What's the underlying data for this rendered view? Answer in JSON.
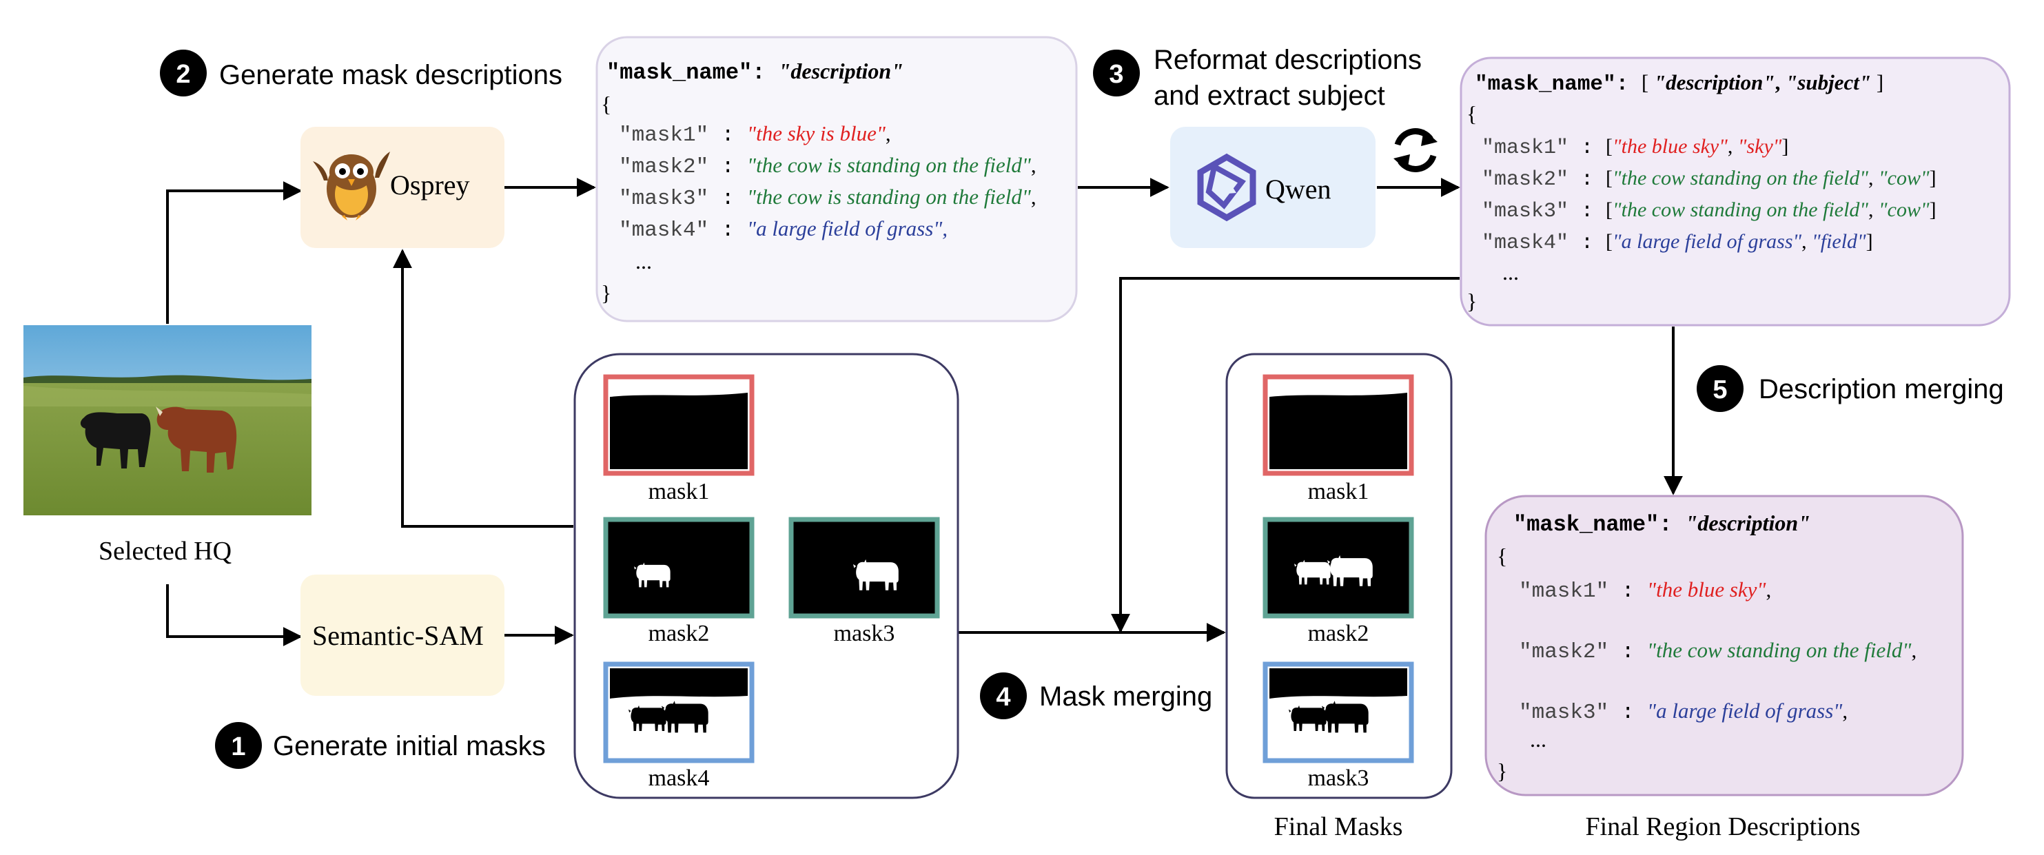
{
  "steps": {
    "generate_initial_masks": {
      "number": "1",
      "label": "Generate initial masks"
    },
    "generate_mask_descriptions": {
      "number": "2",
      "label": "Generate mask descriptions"
    },
    "reformat": {
      "number": "3",
      "label_line1": "Reformat descriptions",
      "label_line2": "and extract subject"
    },
    "mask_merging": {
      "number": "4",
      "label": "Mask merging"
    },
    "description_merging": {
      "number": "5",
      "label": "Description merging"
    }
  },
  "nodes": {
    "input_caption": "Selected HQ",
    "osprey": "Osprey",
    "semantic_sam": "Semantic-SAM",
    "qwen": "Qwen"
  },
  "initial_masks": [
    "mask1",
    "mask2",
    "mask3",
    "mask4"
  ],
  "final_masks": [
    "mask1",
    "mask2",
    "mask3"
  ],
  "captions": {
    "final_masks": "Final Masks",
    "final_region_descriptions": "Final Region Descriptions"
  },
  "desc_box": {
    "header_key": "\"mask_name\"",
    "header_colon": ": ",
    "header_value": "\"description\"",
    "open_brace": "{",
    "close_brace": "}",
    "ellipsis": "...",
    "rows": [
      {
        "key": "\"mask1\"",
        "sep": " : ",
        "open_q": "\"",
        "text": "the sky is blue",
        "close_q": "\"",
        "trail": ",",
        "color": "#e02020"
      },
      {
        "key": "\"mask2\"",
        "sep": " : ",
        "open_q": "\"",
        "text": "the cow is standing on the field",
        "close_q": "\"",
        "trail": ",",
        "color": "#1f7a3a"
      },
      {
        "key": "\"mask3\"",
        "sep": " : ",
        "open_q": "\"",
        "text": "the cow is standing on the field",
        "close_q": "\"",
        "trail": ",",
        "color": "#1f7a3a"
      },
      {
        "key": "\"mask4\"",
        "sep": " : ",
        "open_q": "\"",
        "text": "a large field of grass",
        "close_q": "\",",
        "trail": "",
        "color": "#2b3f9a"
      }
    ]
  },
  "subject_box": {
    "header_key": "\"mask_name\"",
    "header_colon": ": ",
    "header_open": "[ ",
    "header_desc": "\"description\"",
    "header_comma": ",  ",
    "header_subject": "\"subject\"",
    "header_close": " ]",
    "open_brace": "{",
    "close_brace": "}",
    "ellipsis": "...",
    "rows": [
      {
        "key": "\"mask1\"",
        "sep": " : ",
        "open_b": "[",
        "desc": "\"the blue sky\"",
        "comma": ", ",
        "subject": "\"sky\"",
        "close_b": "]",
        "desc_color": "#e02020",
        "subject_color": "#e02020",
        "italic": true
      },
      {
        "key": "\"mask2\"",
        "sep": " : ",
        "open_b": "[",
        "desc": "\"the cow standing on the field\"",
        "comma": ", ",
        "subject": "\"cow\"",
        "close_b": "]",
        "desc_color": "#1f7a3a",
        "subject_color": "#1f7a3a",
        "italic": true
      },
      {
        "key": "\"mask3\"",
        "sep": " : ",
        "open_b": "[",
        "desc": "\"the cow standing on the field\"",
        "comma": ", ",
        "subject": "\"cow\"",
        "close_b": "]",
        "desc_color": "#1f7a3a",
        "subject_color": "#1f7a3a",
        "italic": true
      },
      {
        "key": "\"mask4\"",
        "sep": " : ",
        "open_b": "[",
        "desc": "\"a large field of grass\"",
        "comma": ", ",
        "subject": "\"field\"",
        "close_b": "]",
        "desc_color": "#2b3f9a",
        "subject_color": "#2b3f9a",
        "italic": true
      }
    ]
  },
  "final_box": {
    "header_key": "\"mask_name\"",
    "header_colon": ": ",
    "header_value": "\"description\"",
    "open_brace": "{",
    "close_brace": "}",
    "ellipsis": "...",
    "rows": [
      {
        "key": "\"mask1\"",
        "sep": " : ",
        "open_q": "\"",
        "text": "the blue sky",
        "close_q": "\"",
        "trail": ",",
        "color": "#e02020"
      },
      {
        "key": "\"mask2\"",
        "sep": " : ",
        "open_q": "\"",
        "text": "the cow standing on the field",
        "close_q": "\"",
        "trail": ",",
        "color": "#1f7a3a"
      },
      {
        "key": "\"mask3\"",
        "sep": " : ",
        "open_q": "\"",
        "text": "a large field of grass",
        "close_q": "\"",
        "trail": ",",
        "color": "#2b3f9a"
      }
    ]
  },
  "colors": {
    "mask1_border": "#e06666",
    "mask2_border": "#5fa394",
    "mask3_border": "#5fa394",
    "mask4_border": "#6f9fd8",
    "osprey_fill": "#fdf1e0",
    "sam_fill": "#fdf6e0",
    "qwen_fill": "#e6f0fb",
    "desc_fill": "#f7f6fb",
    "desc_stroke": "#d9d2e6",
    "purple_fill": "#f2ecf7",
    "purple_stroke": "#c4aed8",
    "final_fill": "#ede2f0",
    "final_stroke": "#b898c4",
    "frame_stroke": "#3d3a63"
  }
}
